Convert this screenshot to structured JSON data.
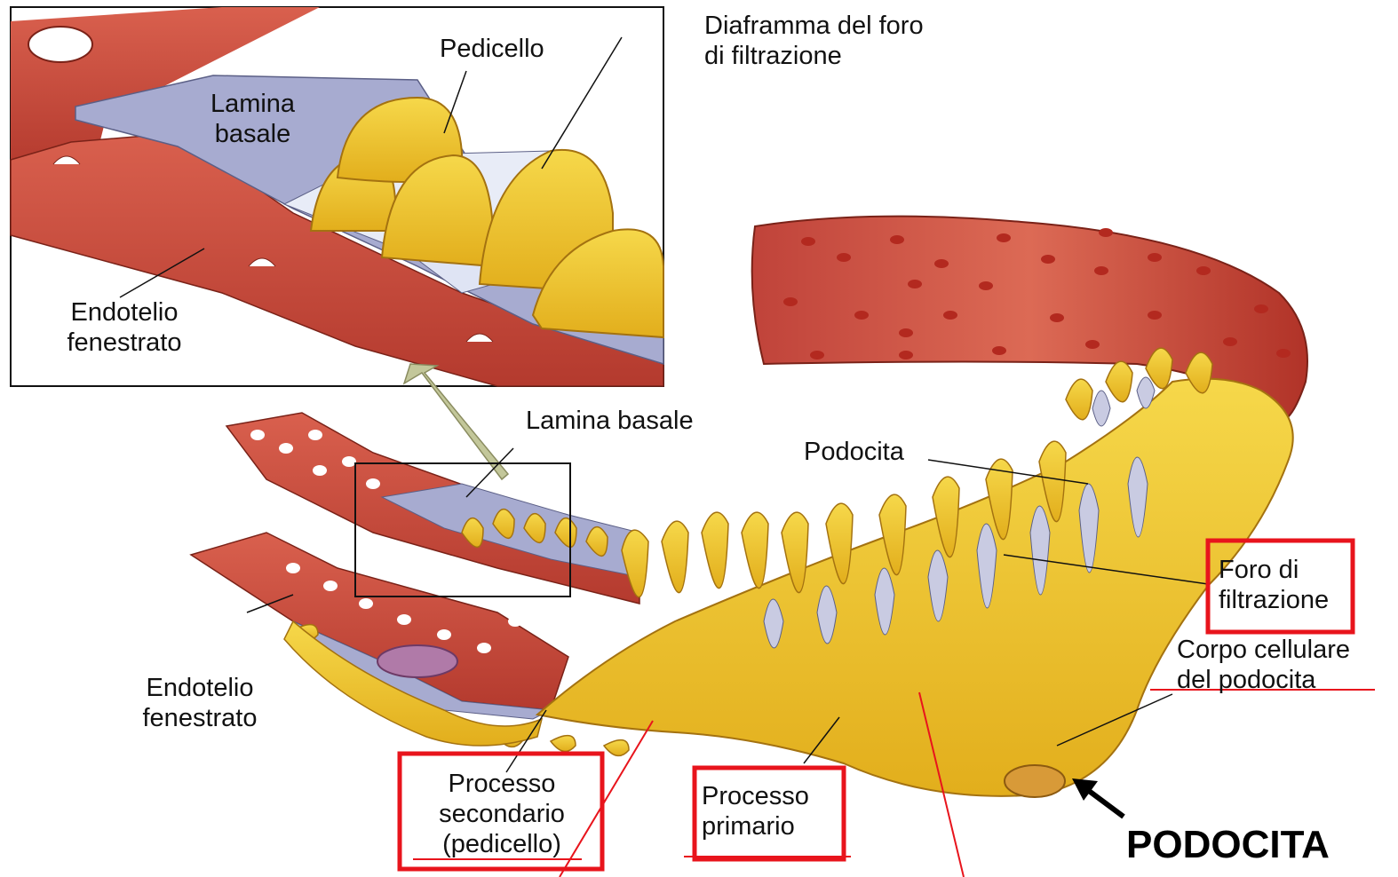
{
  "inset": {
    "pedicello": "Pedicello",
    "lamina_basale": [
      "Lamina",
      "basale"
    ],
    "diaframma": [
      "Diaframma del foro",
      "di filtrazione"
    ],
    "endotelio": [
      "Endotelio",
      "fenestrato"
    ]
  },
  "main": {
    "lamina_basale": "Lamina basale",
    "podocita": "Podocita",
    "endotelio": [
      "Endotelio",
      "fenestrato"
    ],
    "foro": [
      "Foro di",
      "filtrazione"
    ],
    "corpo": [
      "Corpo cellulare",
      "del podocita"
    ],
    "processo_secondario": [
      "Processo",
      "secondario",
      "(pedicello)"
    ],
    "processo_primario": [
      "Processo",
      "primario"
    ],
    "title": "PODOCITA"
  },
  "colors": {
    "endothelium": "#c9493a",
    "endothelium_dark": "#a8302a",
    "lamina": "#a7abd0",
    "podocyte": "#f2c72c",
    "podocyte_dark": "#d49a12",
    "highlight_box": "#e8141c",
    "annotation_line": "#e8141c"
  }
}
